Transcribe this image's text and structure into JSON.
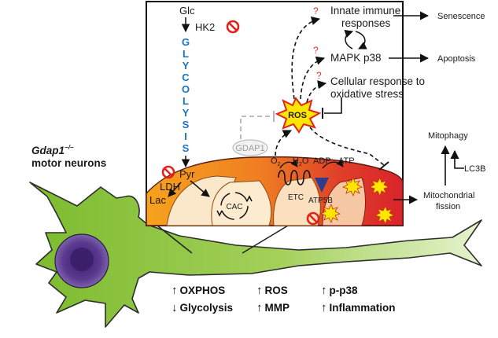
{
  "pathway": {
    "glc": "Glc",
    "hk2": "HK2",
    "glycolysis_letters": [
      "G",
      "L",
      "Y",
      "C",
      "O",
      "L",
      "Y",
      "S",
      "I",
      "S"
    ],
    "pyr": "Pyr",
    "ldh": "LDH",
    "lac": "Lac",
    "gdap1": "GDAP1",
    "ros": "ROS",
    "cac": "CAC",
    "o2": "O",
    "o2_sub": "2",
    "h2o_h": "H",
    "h2o_sub": "2",
    "h2o_o": "O",
    "adp": "ADP",
    "atp": "ATP",
    "etc": "ETC",
    "atp5b": "ATP5B"
  },
  "responses": {
    "question_mark": "?",
    "innate_line1": "Innate immune",
    "innate_line2": "responses",
    "mapk": "MAPK p38",
    "cellular_line1": "Cellular response to",
    "cellular_line2": "oxidative stress",
    "senescence": "Senescence",
    "apoptosis": "Apoptosis",
    "mitophagy": "Mitophagy",
    "lc3b": "LC3B",
    "fission_line1": "Mitochondrial",
    "fission_line2": "fission"
  },
  "neuron": {
    "gene": "Gdap1",
    "genotype": "−/−",
    "line2": "motor neurons"
  },
  "summary": {
    "up_arrow": "↑",
    "down_arrow": "↓",
    "oxphos": "OXPHOS",
    "glycolysis": "Glycolysis",
    "ros": "ROS",
    "mmp": "MMP",
    "pp38": "p-p38",
    "inflammation": "Inflammation"
  },
  "colors": {
    "glycolysis_blue": "#1a73c6",
    "inhibit_red": "#e2231a",
    "question_red": "#e03030",
    "neuron_green": "#8dc63f",
    "nucleus_purple": "#4b2a7b",
    "mito_orange": "#f08a24",
    "mito_red": "#d9232b",
    "ros_yellow": "#ffe600",
    "gdap1_grey": "#b5b5b5"
  }
}
